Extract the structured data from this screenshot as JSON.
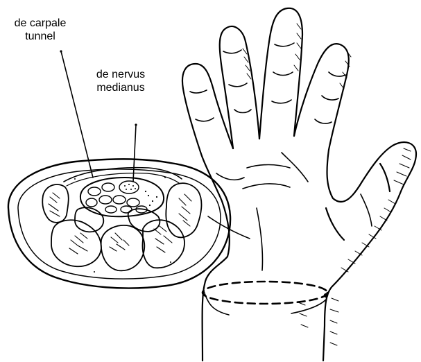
{
  "labels": {
    "carpal_tunnel": {
      "line1": "de carpale",
      "line2": "tunnel"
    },
    "median_nerve": {
      "line1": "de nervus",
      "line2": "medianus"
    }
  },
  "colors": {
    "ink": "#000000",
    "paper": "#ffffff"
  }
}
